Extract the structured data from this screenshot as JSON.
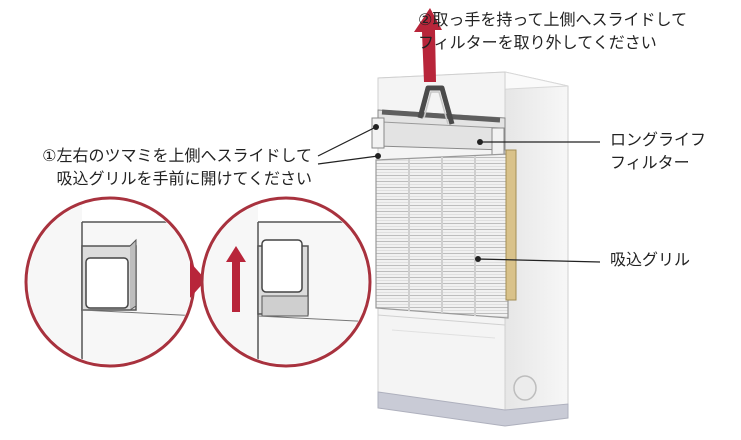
{
  "instructions": {
    "step2_text": "②取っ手を持って上側へスライドして\nフィルターを取り外してください",
    "step1_text": "①左右のツマミを上側へスライドして\n吸込グリルを手前に開けてください"
  },
  "labels": {
    "long_life_filter": "ロングライフ\nフィルター",
    "intake_grille": "吸込グリル"
  },
  "colors": {
    "accent_red": "#b8253a",
    "detail_ring": "#a8323e",
    "leader_line": "#222222",
    "unit_body": "#f3f3f3",
    "unit_shadow": "#d9d9d9",
    "unit_base": "#c9cbd6"
  },
  "icons": {
    "up_arrow_large": "up-arrow",
    "next_step_triangle": "right-triangle",
    "slide_up_arrow": "up-arrow"
  }
}
